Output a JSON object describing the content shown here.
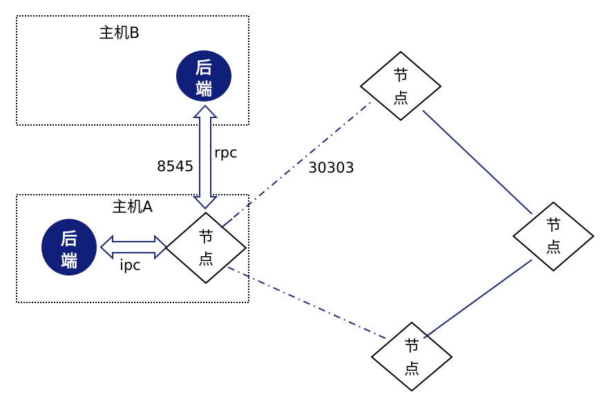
{
  "colors": {
    "backend_fill": "#0f1f7a",
    "connector": "#1a2a7a",
    "node_stroke": "#000000",
    "host_border": "#000000"
  },
  "hosts": {
    "host_b": {
      "label": "主机B"
    },
    "host_a": {
      "label": "主机A"
    }
  },
  "backends": {
    "backend_b": {
      "line1": "后",
      "line2": "端"
    },
    "backend_a": {
      "line1": "后",
      "line2": "端"
    }
  },
  "nodes": {
    "node_a": {
      "line1": "节",
      "line2": "点"
    },
    "node_top": {
      "line1": "节",
      "line2": "点"
    },
    "node_right": {
      "line1": "节",
      "line2": "点"
    },
    "node_bottom": {
      "line1": "节",
      "line2": "点"
    }
  },
  "connections": {
    "rpc": {
      "label": "rpc",
      "port": "8545"
    },
    "ipc": {
      "label": "ipc"
    },
    "p2p": {
      "port": "30303"
    }
  }
}
